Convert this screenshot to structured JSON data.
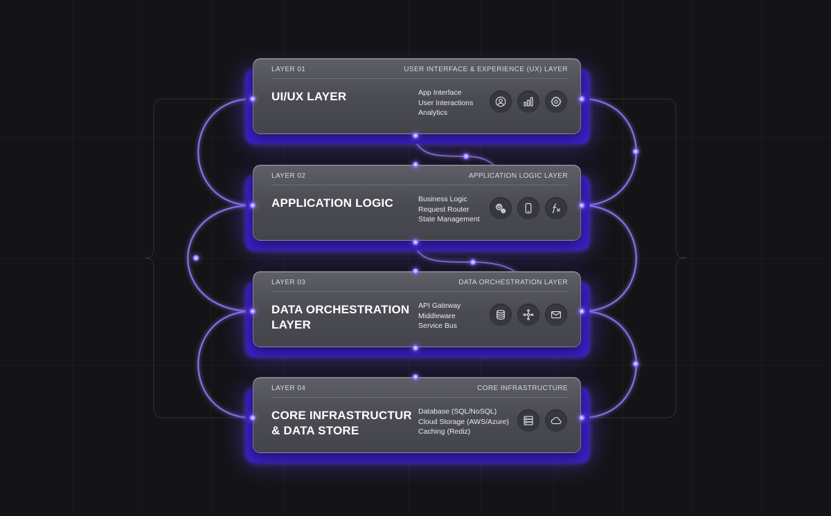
{
  "layers": [
    {
      "num": "LAYER 01",
      "caption": "USER INTERFACE & EXPERIENCE (UX) LAYER",
      "title": "UI/UX LAYER",
      "items": [
        "App Interface",
        "User Interactions",
        "Analytics"
      ],
      "icons": [
        "user-icon",
        "bar-chart-icon",
        "gear-icon"
      ]
    },
    {
      "num": "LAYER 02",
      "caption": "APPLICATION LOGIC LAYER",
      "title": "APPLICATION LOGIC",
      "items": [
        "Business Logic",
        "Request Router",
        "State Management"
      ],
      "icons": [
        "gears-icon",
        "mobile-icon",
        "function-icon"
      ]
    },
    {
      "num": "LAYER 03",
      "caption": "DATA ORCHESTRATION LAYER",
      "title": "DATA ORCHESTRATION LAYER",
      "items": [
        "API Gateway",
        "Middleware",
        "Service Bus"
      ],
      "icons": [
        "database-icon",
        "network-hub-icon",
        "envelope-icon"
      ]
    },
    {
      "num": "LAYER 04",
      "caption": "CORE INFRASTRUCTURE",
      "title": "CORE INFRASTRUCTUR & DATA STORE",
      "items": [
        "Database (SQL/NoSQL)",
        "Cloud Storage (AWS/Azure)",
        "Caching (Rediz)"
      ],
      "icons": [
        "server-icon",
        "cloud-icon"
      ]
    }
  ],
  "colors": {
    "background": "#141417",
    "accent": "#7b5cff",
    "glow": "#3a1fc4",
    "card": "#55555d"
  }
}
